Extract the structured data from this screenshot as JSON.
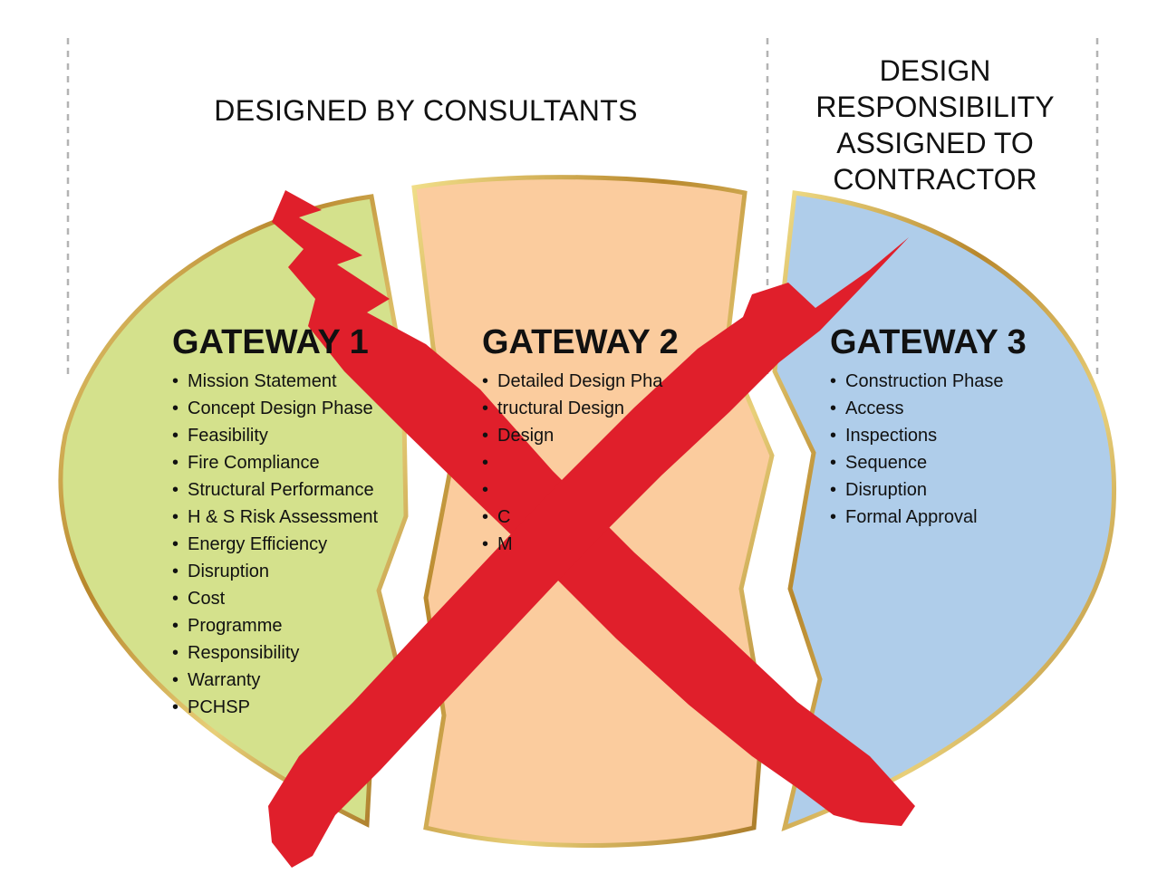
{
  "headers": {
    "left": "DESIGNED BY CONSULTANTS",
    "right_lines": [
      "DESIGN",
      "RESPONSIBILITY",
      "ASSIGNED TO",
      "CONTRACTOR"
    ]
  },
  "gateways": [
    {
      "title": "GATEWAY 1",
      "color": "#d4e18c",
      "items": [
        "Mission Statement",
        "Concept Design Phase",
        "Feasibility",
        "Fire Compliance",
        "Structural Performance",
        "H & S Risk Assessment",
        "Energy Efficiency",
        "Disruption",
        "Cost",
        "Programme",
        "Responsibility",
        "Warranty",
        "PCHSP"
      ]
    },
    {
      "title": "GATEWAY 2",
      "color": "#fbcc9e",
      "items": [
        "Detailed Design Pha",
        "tructural Design",
        "Design",
        "",
        "",
        "C",
        "M"
      ]
    },
    {
      "title": "GATEWAY 3",
      "color": "#afcdea",
      "items": [
        "Construction Phase",
        "Access",
        "Inspections",
        "Sequence",
        "Disruption",
        "Formal Approval"
      ]
    }
  ],
  "colors": {
    "border_gold": "#c9a24a",
    "cross_red": "#e01f2b",
    "divider": "#b3b3b3"
  },
  "icons": {
    "bullet": "•",
    "overlay": "red-x-cross-icon"
  }
}
